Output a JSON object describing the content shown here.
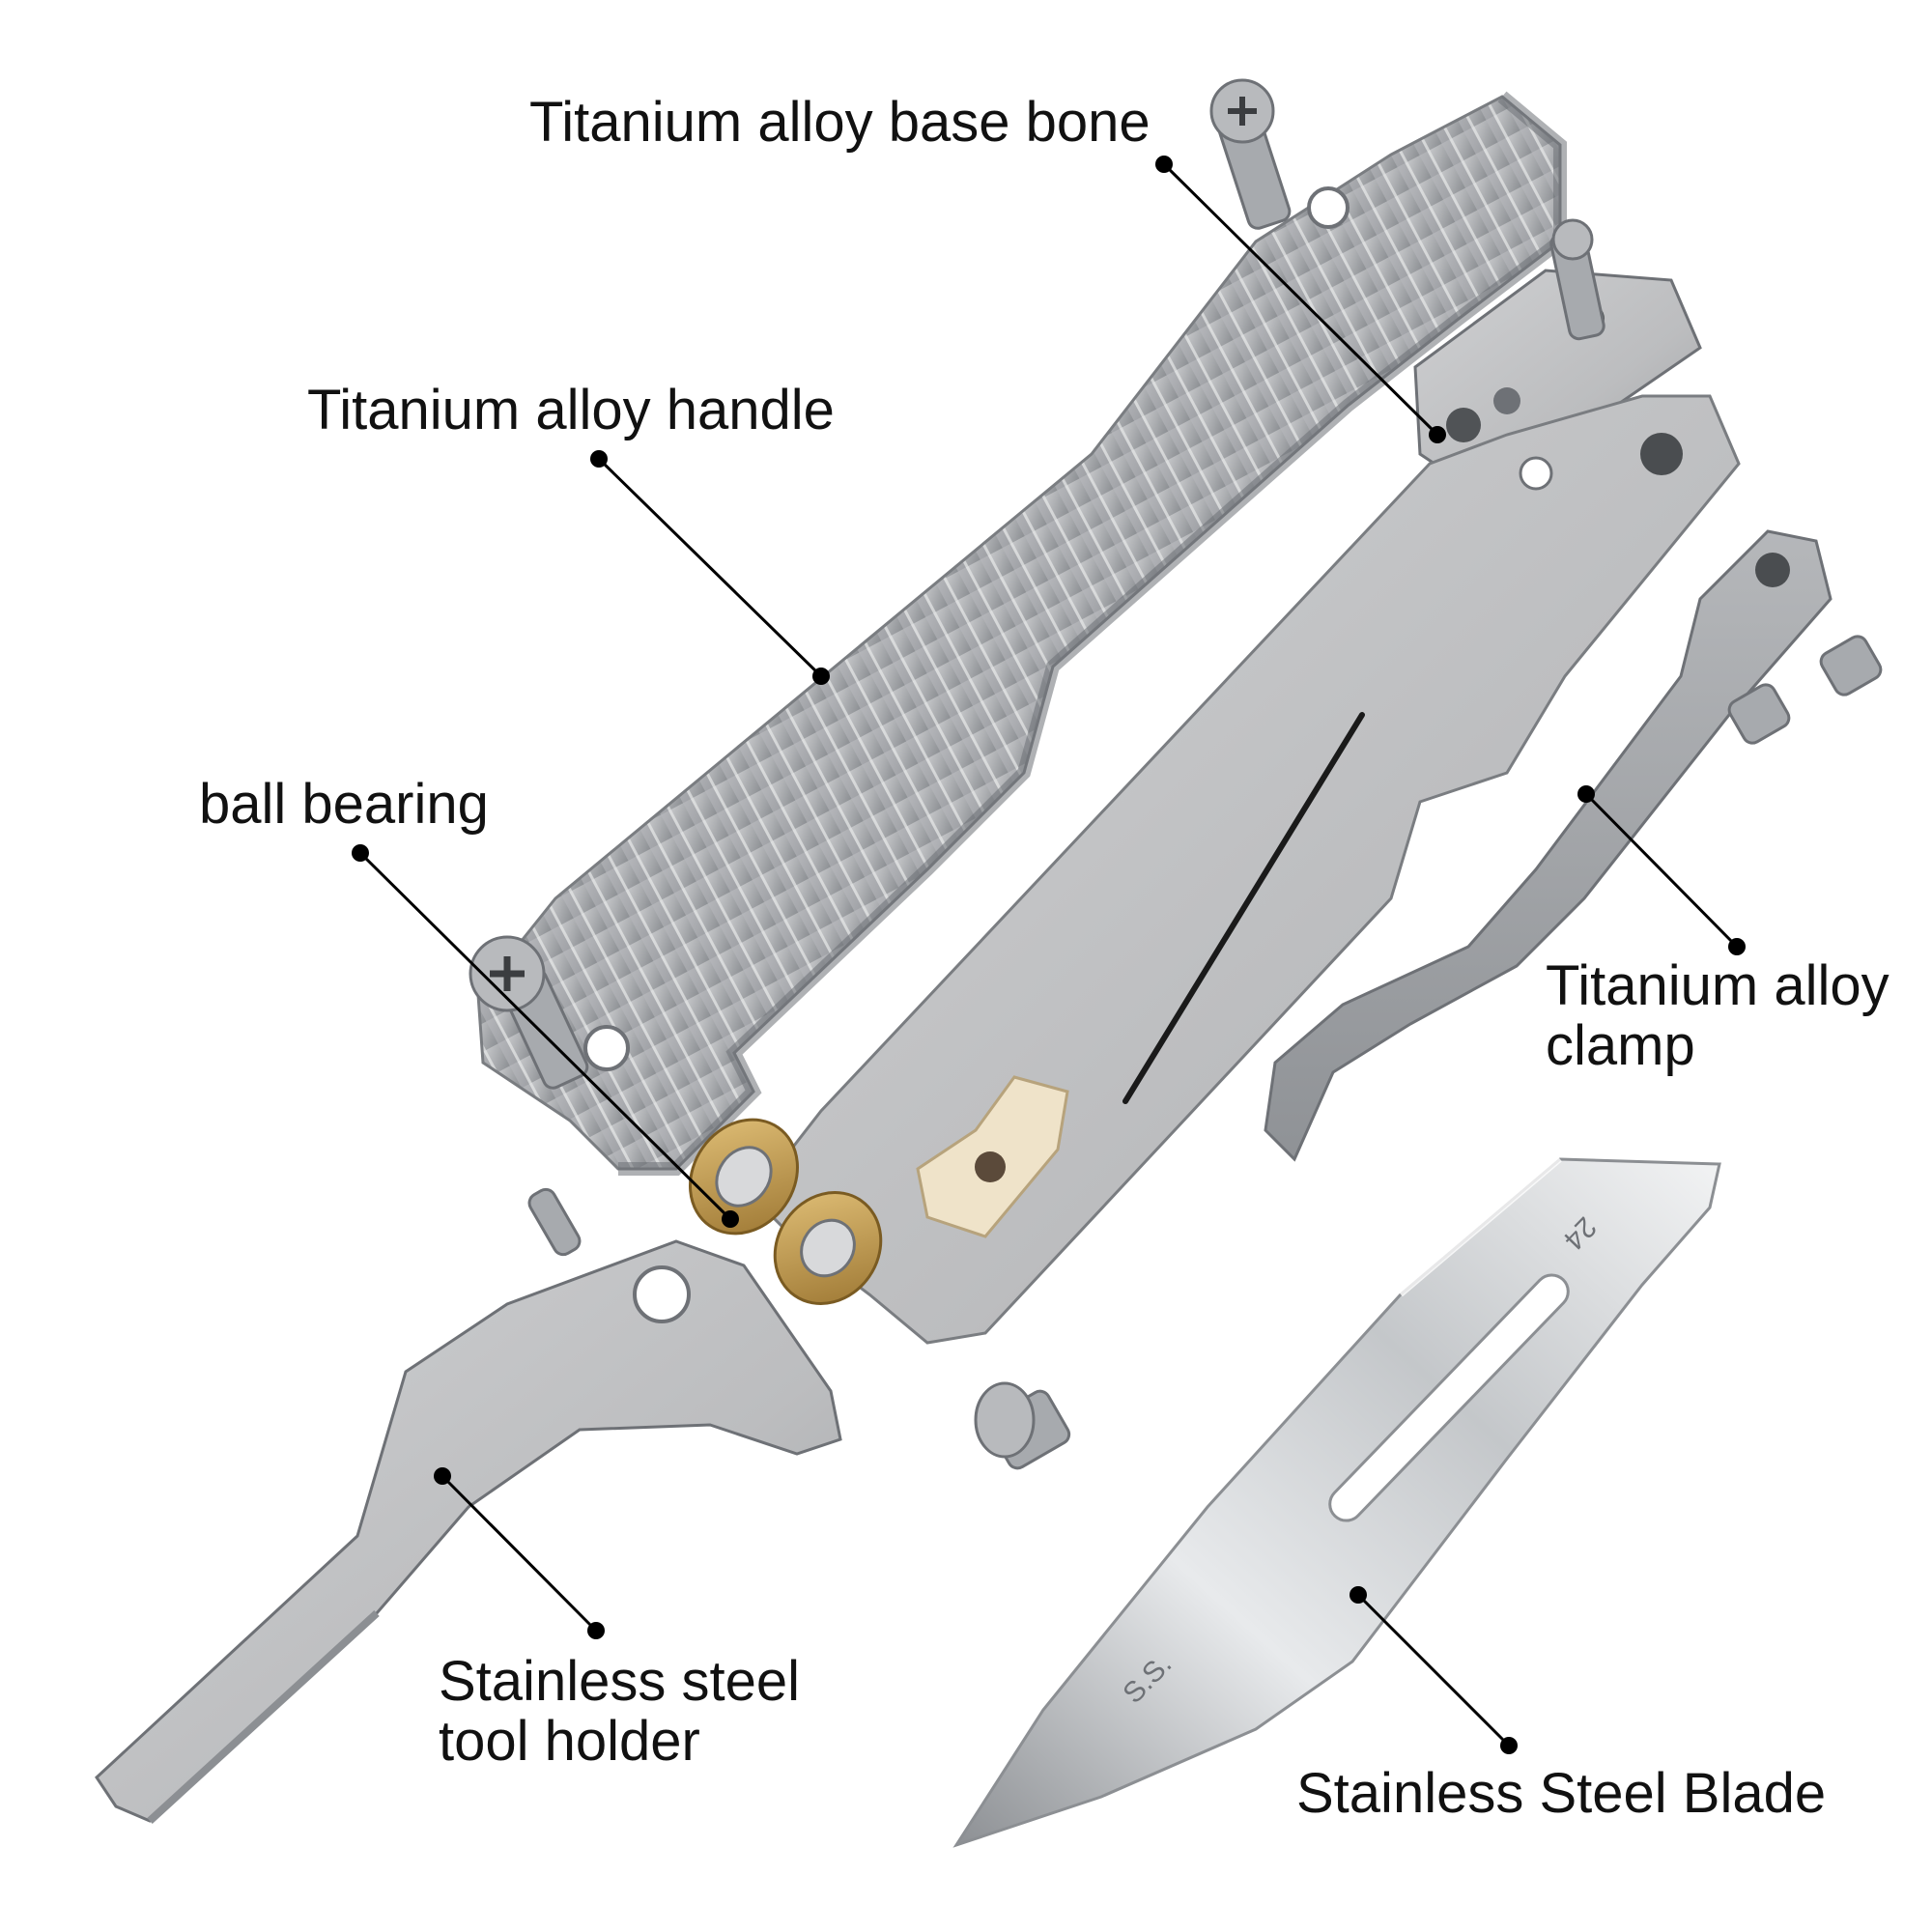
{
  "diagram": {
    "callouts": [
      {
        "id": "base-bone",
        "lines": [
          "Titanium alloy base bone"
        ]
      },
      {
        "id": "handle",
        "lines": [
          "Titanium alloy handle"
        ]
      },
      {
        "id": "bearing",
        "lines": [
          "ball bearing"
        ]
      },
      {
        "id": "clamp",
        "lines": [
          "Titanium alloy",
          "clamp"
        ]
      },
      {
        "id": "holder",
        "lines": [
          "Stainless steel",
          "tool holder"
        ]
      },
      {
        "id": "blade",
        "lines": [
          "Stainless Steel Blade"
        ]
      }
    ],
    "blade_marks": {
      "size": "24",
      "steel": "S.S."
    }
  },
  "colors": {
    "text": "#111111",
    "leader": "#000000",
    "titanium_light": "#c9cacc",
    "titanium_mid": "#9b9ea2",
    "titanium_dark": "#6e7176",
    "steel_light": "#e4e6e8",
    "steel_mid": "#b8bbbf",
    "bearing_gold": "#c9a14a",
    "insert_cream": "#efe3c9"
  }
}
